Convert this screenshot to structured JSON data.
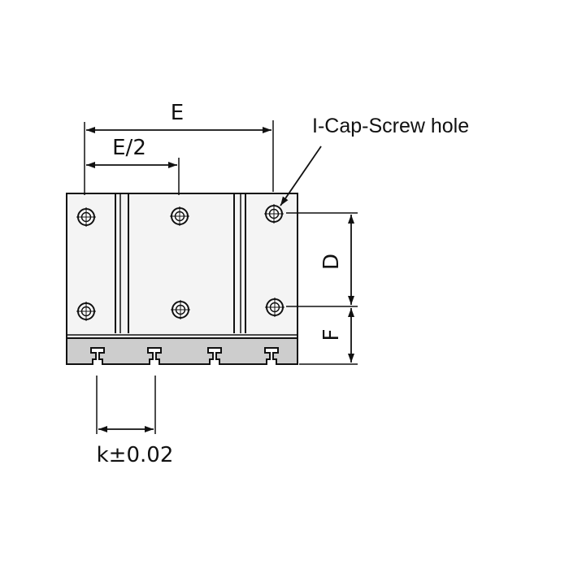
{
  "labels": {
    "E": "E",
    "E_half": "E/2",
    "D": "D",
    "F": "F",
    "k_tol": "k±0.02",
    "callout": "I-Cap-Screw hole"
  },
  "colors": {
    "line": "#111111",
    "plate": "#f4f4f4",
    "base": "#cdcdcd"
  }
}
